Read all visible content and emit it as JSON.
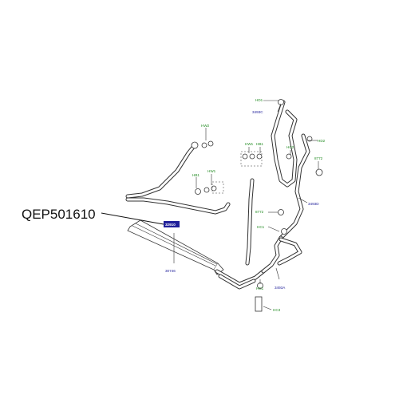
{
  "callout": {
    "part_number": "QEP501610"
  },
  "labels": {
    "hw2": "HW2",
    "hb1_a": "HB1",
    "hw1_a": "HW1",
    "selected_ref": "32910",
    "ref_30746": "30746",
    "hd1": "HD1",
    "ref_3493c": "3493C",
    "hw1_b": "HW1",
    "hb1_b": "HB1",
    "hc2": "HC2",
    "hd2": "HD2",
    "ref_8772_a": "8772",
    "ref_8772_b": "8772",
    "ref_3493d": "3493D",
    "hc1_a": "HC1",
    "hc1_b": "HC1",
    "ref_3493a": "3493A",
    "hc3": "HC3"
  },
  "colors": {
    "part_label": "#1f8a1f",
    "reference_label": "#20209a",
    "selected_box": "#20209a"
  }
}
